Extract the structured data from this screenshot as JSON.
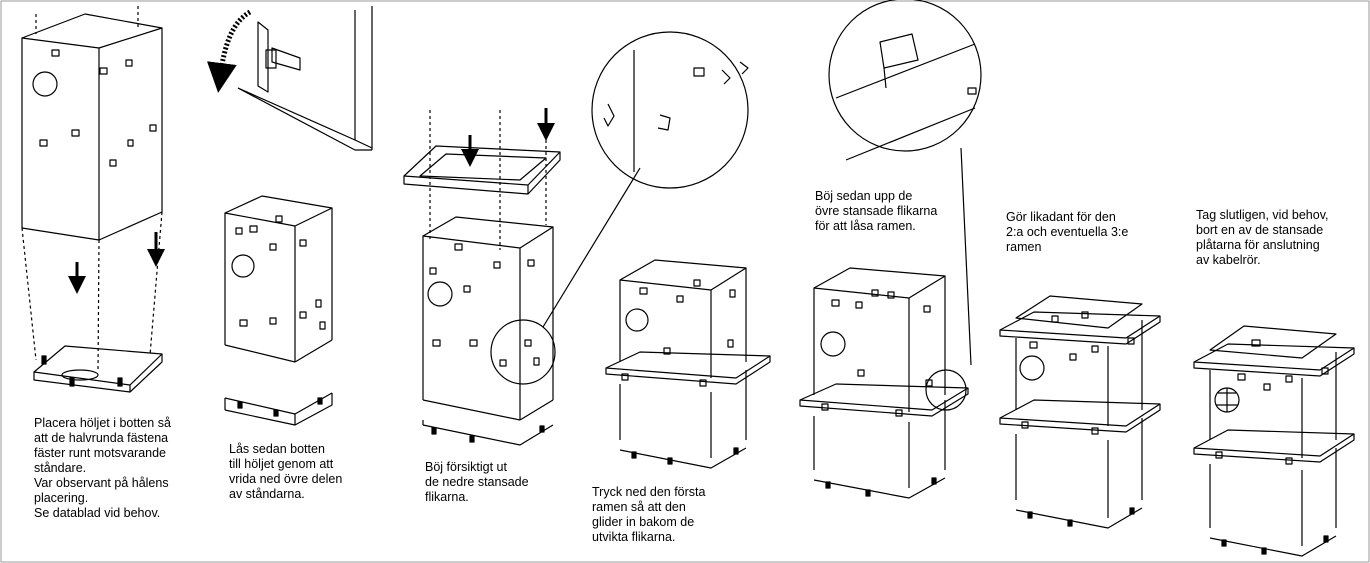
{
  "steps": [
    {
      "caption": "Placera höljet i botten så\natt de halvrunda fästena\nfäster runt motsvarande\nståndare.\nVar observant på hålens\nplacering.\nSe datablad vid behov."
    },
    {
      "caption": "Lås sedan botten\ntill höljet genom att\nvrida ned övre delen\nav ståndarna."
    },
    {
      "caption": "Böj försiktigt ut\nde nedre stansade\nflikarna."
    },
    {
      "caption": "Tryck ned den första\nramen så att den\nglider in bakom de\nutvikta flikarna."
    },
    {
      "caption": "Böj sedan upp de\növre stansade flikarna\nför att låsa ramen."
    },
    {
      "caption": "Gör likadant för den\n2:a och eventuella 3:e\nramen"
    },
    {
      "caption": "Tag slutligen, vid behov,\nbort en av de stansade\nplåtarna för anslutning\nav kabelrör."
    }
  ]
}
